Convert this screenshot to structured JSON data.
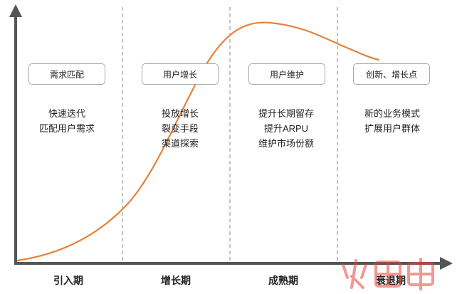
{
  "stages": [
    {
      "box_label": "需求匹配",
      "desc_lines": [
        "快速迭代",
        "匹配用户需求"
      ],
      "phase": "引入期"
    },
    {
      "box_label": "用户增长",
      "desc_lines": [
        "投放增长",
        "裂变手段",
        "渠道探索"
      ],
      "phase": "增长期"
    },
    {
      "box_label": "用户维护",
      "desc_lines": [
        "提升长期留存",
        "提升ARPU",
        "维护市场份额"
      ],
      "phase": "成熟期"
    },
    {
      "box_label": "创新、增长点",
      "desc_lines": [
        "新的业务模式",
        "扩展用户群体"
      ],
      "phase": "衰退期"
    }
  ],
  "colors": {
    "axis": "#555555",
    "curve": "#e8803a",
    "divider": "#8a8a8a",
    "box_border": "#a8a8a8",
    "watermark": "#e8453c"
  }
}
